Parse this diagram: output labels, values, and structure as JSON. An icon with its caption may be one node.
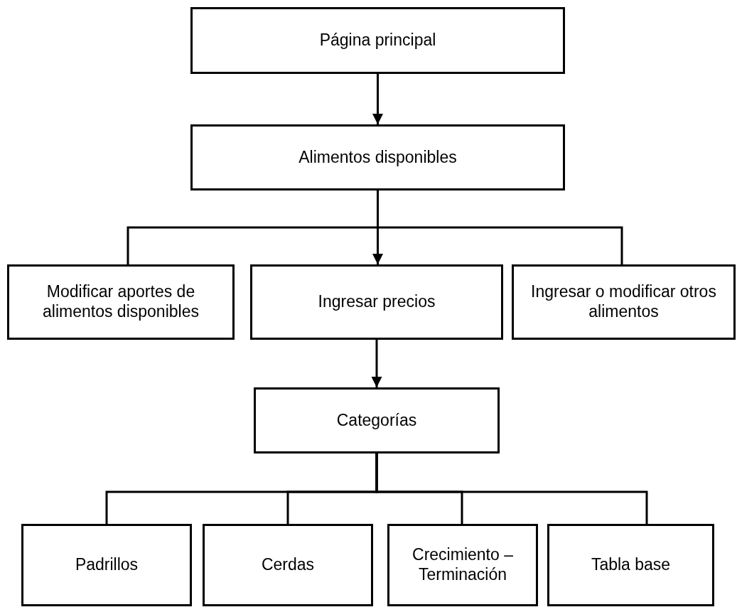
{
  "diagram": {
    "nodes": [
      {
        "text": [
          "Página principal"
        ]
      },
      {
        "text": [
          "Alimentos disponibles"
        ]
      },
      {
        "text": [
          "Modificar aportes de alimentos disponibles"
        ]
      },
      {
        "text": [
          "Ingresar precios"
        ]
      },
      {
        "text": [
          "Ingresar o modificar otros alimentos"
        ]
      },
      {
        "text": [
          "Categorías"
        ]
      },
      {
        "text": [
          "Padrillos"
        ]
      },
      {
        "text": [
          "Cerdas"
        ]
      },
      {
        "text": [
          "Crecimiento – Terminación"
        ]
      },
      {
        "text": [
          "Tabla base"
        ]
      }
    ],
    "edges": [
      {
        "from": 0,
        "to": 1,
        "arrow": "to"
      },
      {
        "from": 1,
        "to": 2,
        "arrow": "none"
      },
      {
        "from": 1,
        "to": 3,
        "arrow": "to"
      },
      {
        "from": 1,
        "to": 4,
        "arrow": "none"
      },
      {
        "from": 3,
        "to": 5,
        "arrow": "to"
      },
      {
        "from": 5,
        "to": 6,
        "arrow": "none"
      },
      {
        "from": 5,
        "to": 7,
        "arrow": "none"
      },
      {
        "from": 5,
        "to": 8,
        "arrow": "none"
      },
      {
        "from": 5,
        "to": 9,
        "arrow": "none"
      }
    ]
  }
}
